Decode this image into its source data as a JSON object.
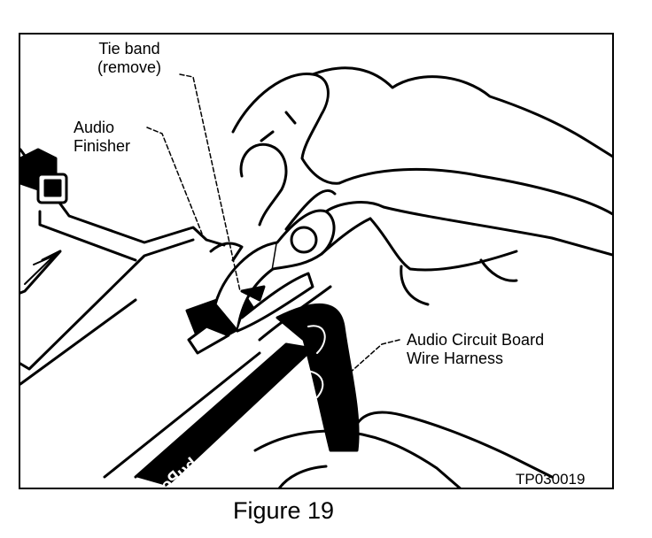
{
  "figure": {
    "caption": "Figure 19",
    "code": "TP030019"
  },
  "callouts": {
    "tie_band": "Tie band\n(remove)",
    "audio_finisher": "Audio\nFinisher",
    "harness": "Audio Circuit Board\nWire Harness"
  }
}
